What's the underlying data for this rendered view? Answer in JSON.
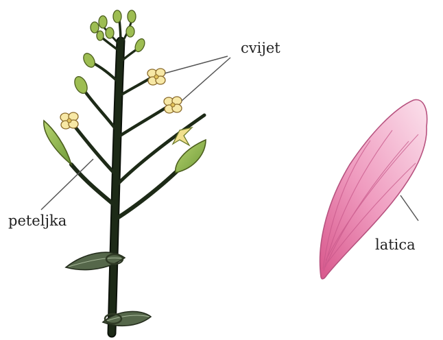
{
  "labels": {
    "flower": "cvijet",
    "stalk": "peteljka",
    "petal": "latica"
  },
  "colors": {
    "stem": "#1d2a17",
    "stem_edge": "#0c120a",
    "bud_green": "#9dbd52",
    "bud_edge": "#4c5f1e",
    "flower_fill": "#f7e8a6",
    "flower_edge": "#8a6a2a",
    "leaf_green": "#7fa95a",
    "leaf_dark": "#2f3a25",
    "petal_light": "#f9d3e2",
    "petal_mid": "#e88bb0",
    "petal_dark": "#cf5d8f",
    "leader_line": "#555555"
  }
}
